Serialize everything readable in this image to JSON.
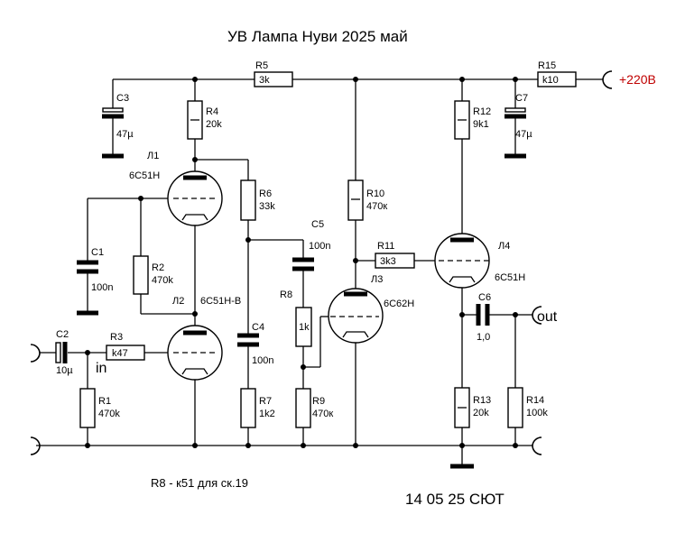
{
  "title": "УВ Лампа Нуви 2025 май",
  "supply_label": "+220В",
  "supply_color": "#c00000",
  "input_label": "in",
  "output_label": "out",
  "note": "R8  - к51 для ск.19",
  "footer": "14 05 25 СЮТ",
  "resistors": {
    "R1": {
      "name": "R1",
      "value": "470k"
    },
    "R2": {
      "name": "R2",
      "value": "470k"
    },
    "R3": {
      "name": "R3",
      "value": "k47"
    },
    "R4": {
      "name": "R4",
      "value": "20k"
    },
    "R5": {
      "name": "R5",
      "value": "3k"
    },
    "R6": {
      "name": "R6",
      "value": "33k"
    },
    "R7": {
      "name": "R7",
      "value": "1k2"
    },
    "R8": {
      "name": "R8",
      "value": "1k"
    },
    "R9": {
      "name": "R9",
      "value": "470к"
    },
    "R10": {
      "name": "R10",
      "value": "470к"
    },
    "R11": {
      "name": "R11",
      "value": "3k3"
    },
    "R12": {
      "name": "R12",
      "value": "9k1"
    },
    "R13": {
      "name": "R13",
      "value": "20k"
    },
    "R14": {
      "name": "R14",
      "value": "100k"
    },
    "R15": {
      "name": "R15",
      "value": "k10"
    }
  },
  "capacitors": {
    "C1": {
      "name": "C1",
      "value": "100n"
    },
    "C2": {
      "name": "C2",
      "value": "10µ"
    },
    "C3": {
      "name": "C3",
      "value": "47µ"
    },
    "C4": {
      "name": "C4",
      "value": "100n"
    },
    "C5": {
      "name": "C5",
      "value": "100n"
    },
    "C6": {
      "name": "C6",
      "value": "1,0"
    },
    "C7": {
      "name": "C7",
      "value": "47µ"
    }
  },
  "tubes": {
    "L1": {
      "name": "Л1",
      "type": "6С51Н"
    },
    "L2": {
      "name": "Л2",
      "type": "6С51Н-В"
    },
    "L3": {
      "name": "Л3",
      "type": "6С62Н"
    },
    "L4": {
      "name": "Л4",
      "type": "6С51Н"
    }
  }
}
